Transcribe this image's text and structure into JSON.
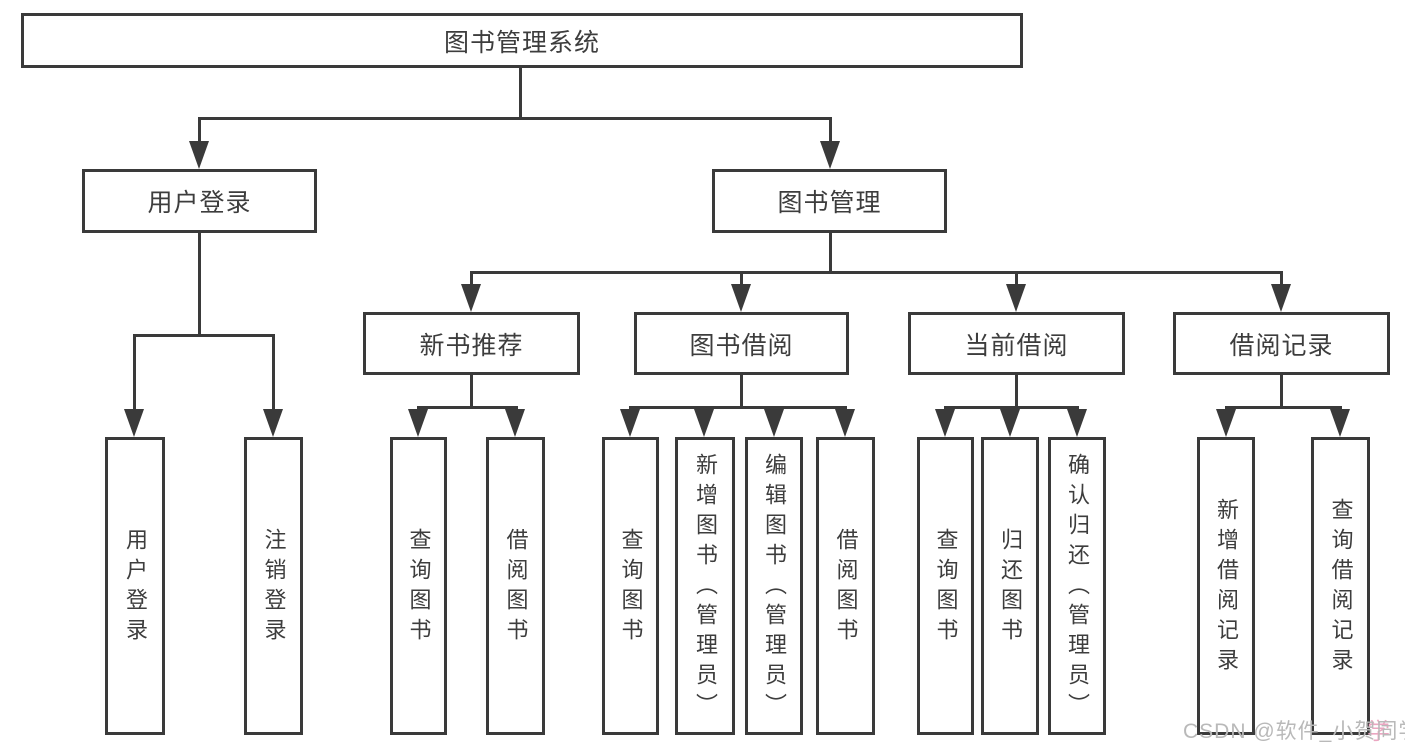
{
  "tree": {
    "root": {
      "label": "图书管理系统"
    },
    "branches": [
      {
        "label": "用户登录",
        "children": [
          {
            "label": "用户登录"
          },
          {
            "label": "注销登录"
          }
        ]
      },
      {
        "label": "图书管理",
        "sections": [
          {
            "label": "新书推荐",
            "children": [
              {
                "label": "查询图书"
              },
              {
                "label": "借阅图书"
              }
            ]
          },
          {
            "label": "图书借阅",
            "children": [
              {
                "label": "查询图书"
              },
              {
                "label": "新增图书（管理员）"
              },
              {
                "label": "编辑图书（管理员）"
              },
              {
                "label": "借阅图书"
              }
            ]
          },
          {
            "label": "当前借阅",
            "children": [
              {
                "label": "查询图书"
              },
              {
                "label": "归还图书"
              },
              {
                "label": "确认归还（管理员）"
              }
            ]
          },
          {
            "label": "借阅记录",
            "children": [
              {
                "label": "新增借阅记录"
              },
              {
                "label": "查询借阅记录"
              }
            ]
          }
        ]
      }
    ]
  },
  "watermark": {
    "text": "CSDN @软件_小贺同学",
    "accent_char": "学",
    "color": "#b9b9b9",
    "accent_color": "#eba6c1"
  },
  "colors": {
    "line": "#3a3a3a",
    "box_border": "#3a3a3a",
    "text": "#3d3d3d",
    "background": "#ffffff"
  }
}
